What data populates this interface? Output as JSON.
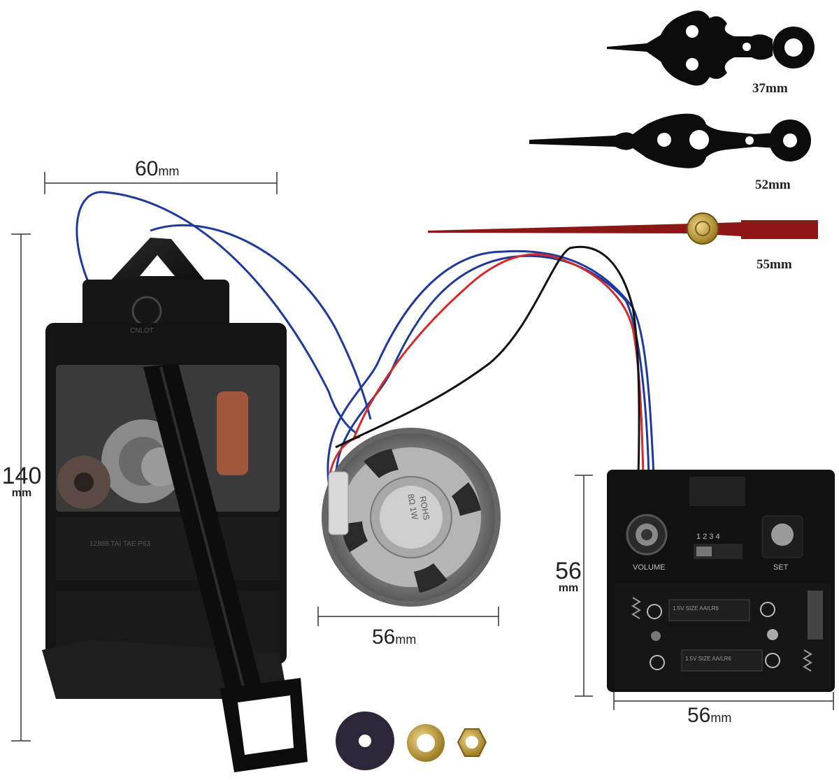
{
  "dimensions": {
    "hand_hour": {
      "value": "37",
      "unit": "mm"
    },
    "hand_minute": {
      "value": "52",
      "unit": "mm"
    },
    "hand_second": {
      "value": "55",
      "unit": "mm"
    },
    "movement_width": {
      "value": "60",
      "unit": "mm"
    },
    "movement_height": {
      "value": "140",
      "unit": "mm"
    },
    "speaker_diameter": {
      "value": "56",
      "unit": "mm"
    },
    "module_height": {
      "value": "56",
      "unit": "mm"
    },
    "module_width": {
      "value": "56",
      "unit": "mm"
    }
  },
  "module_labels": {
    "volume": "VOLUME",
    "set": "SET",
    "switch_numbers": "1 2 3 4",
    "battery_1": "1.5V SIZE AA/LR6",
    "battery_2": "1.5V SIZE AA/LR6"
  },
  "speaker_label": {
    "line1": "8Ω 1W",
    "line2": "ROHS"
  },
  "movement_labels": {
    "brand": "CNLOT",
    "code": "12888 TAI TAE P63"
  },
  "colors": {
    "wire_blue": "#1f3a9a",
    "wire_red": "#d42a2a",
    "wire_black": "#111111",
    "second_hand": "#8b1717",
    "brass": "#c9a23c",
    "plastic": "#141414"
  }
}
